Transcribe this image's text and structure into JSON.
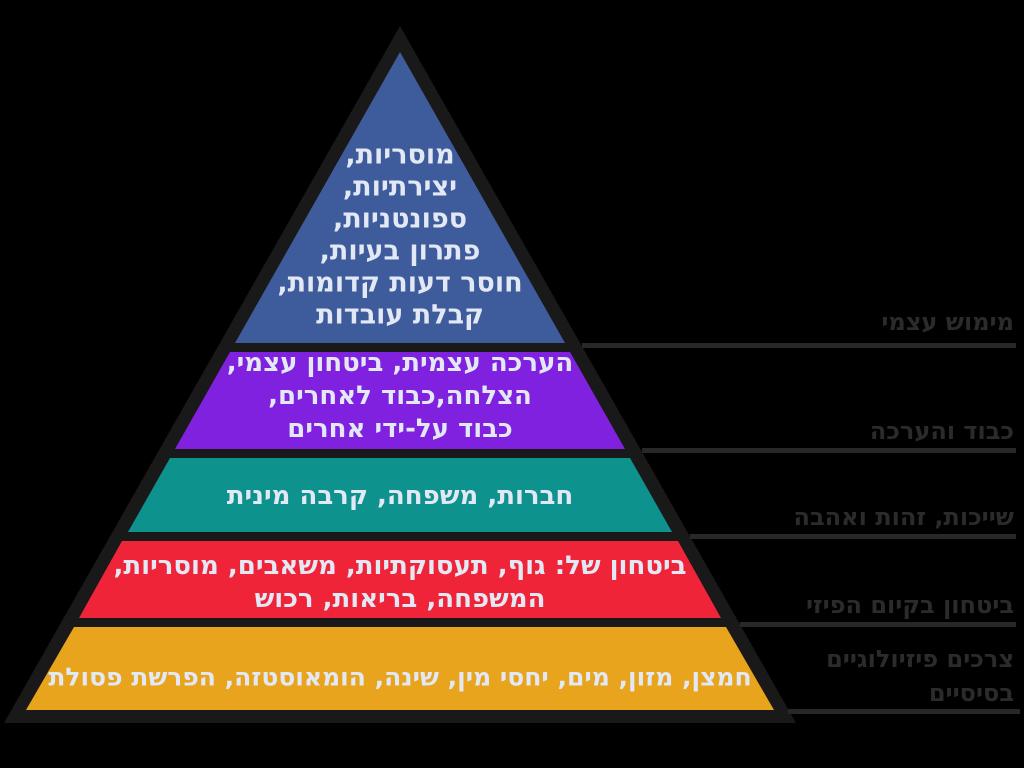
{
  "diagram_title": "maslow-hierarchy-of-needs-pyramid",
  "colors": {
    "background": "#000000",
    "pyramid_outline": "#191919",
    "connector_line": "#282828",
    "band_text": "#e2e8f4",
    "side_label_text": "#2b2b2b"
  },
  "pyramid": {
    "levels": [
      {
        "name": "self-actualization",
        "color": "#3e5c9c",
        "lines": [
          "מוסריות,",
          "יצירתיות,",
          "ספונטניות,",
          "פתרון בעיות,",
          "חוסר דעות קדומות,",
          "קבלת עובדות"
        ]
      },
      {
        "name": "esteem",
        "color": "#8021df",
        "lines": [
          "הערכה עצמית, ביטחון עצמי,",
          "הצלחה,כבוד לאחרים,",
          "כבוד על-ידי אחרים"
        ]
      },
      {
        "name": "love-and-belonging",
        "color": "#0e928e",
        "lines": [
          "חברות, משפחה, קרבה מינית"
        ]
      },
      {
        "name": "safety",
        "color": "#f02438",
        "lines": [
          "ביטחון של: גוף, תעסוקתיות, משאבים, מוסריות,",
          "המשפחה, בריאות, רכוש"
        ]
      },
      {
        "name": "physiological",
        "color": "#e9a41d",
        "lines": [
          "חמצן, מזון, מים, יחסי מין, שינה, הומאוסטזה, הפרשת פסולת"
        ]
      }
    ]
  },
  "side_labels": [
    {
      "name": "self-actualization-label",
      "lines": [
        "מימוש עצמי"
      ]
    },
    {
      "name": "esteem-label",
      "lines": [
        "כבוד והערכה"
      ]
    },
    {
      "name": "belonging-label",
      "lines": [
        "שייכות, זהות ואהבה"
      ]
    },
    {
      "name": "safety-label",
      "lines": [
        "ביטחון בקיום הפיזי"
      ]
    },
    {
      "name": "physiological-label",
      "lines": [
        "צרכים פיזיולוגיים",
        "בסיסיים"
      ]
    }
  ]
}
